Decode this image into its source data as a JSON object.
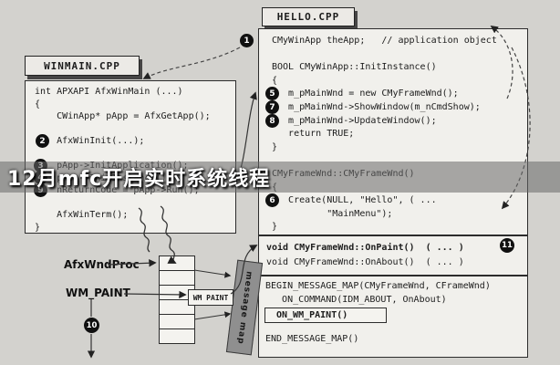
{
  "overlay": {
    "watermark": "12月mfc开启实时系统线程"
  },
  "winmain": {
    "title": "WINMAIN.CPP",
    "lines": [
      "int APXAPI AfxWinMain (...)",
      "{",
      "    CWinApp* pApp = AfxGetApp();",
      "",
      "    AfxWinInit(...);",
      "",
      "    pApp->InitApplication();",
      "    pApp->InitInstance();",
      "    nReturnCode = pApp->Run();",
      "",
      "    AfxWinTerm();",
      "}"
    ]
  },
  "hello": {
    "title": "HELLO.CPP",
    "lines": [
      "CMyWinApp theApp;   // application object",
      "",
      "BOOL CMyWinApp::InitInstance()",
      "{",
      "   m_pMainWnd = new CMyFrameWnd();",
      "   m_pMainWnd->ShowWindow(m_nCmdShow);",
      "   m_pMainWnd->UpdateWindow();",
      "   return TRUE;",
      "}",
      "",
      "CMyFrameWnd::CMyFrameWnd()",
      "{",
      "   Create(NULL, \"Hello\", ( ...",
      "          \"MainMenu\");",
      "}"
    ],
    "paint_lines": [
      "void CMyFrameWnd::OnPaint()  ( ... )",
      "void CMyFrameWnd::OnAbout()  ( ... )"
    ],
    "map_lines": [
      "BEGIN_MESSAGE_MAP(CMyFrameWnd, CFrameWnd)",
      "   ON_COMMAND(IDM_ABOUT, OnAbout)",
      "ON_WM_PAINT()",
      "END_MESSAGE_MAP()"
    ]
  },
  "badges": {
    "b1": "1",
    "b2": "2",
    "b3": "3",
    "b4": "4",
    "b5": "5",
    "b6": "6",
    "b7": "7",
    "b8": "8",
    "b9": "9",
    "b10": "10",
    "b11": "11"
  },
  "bottom": {
    "afxwndproc": "AfxWndProc",
    "wm_paint": "WM_PAINT",
    "wm_paint_box": "WM PAINT",
    "ribbon": "message map"
  }
}
